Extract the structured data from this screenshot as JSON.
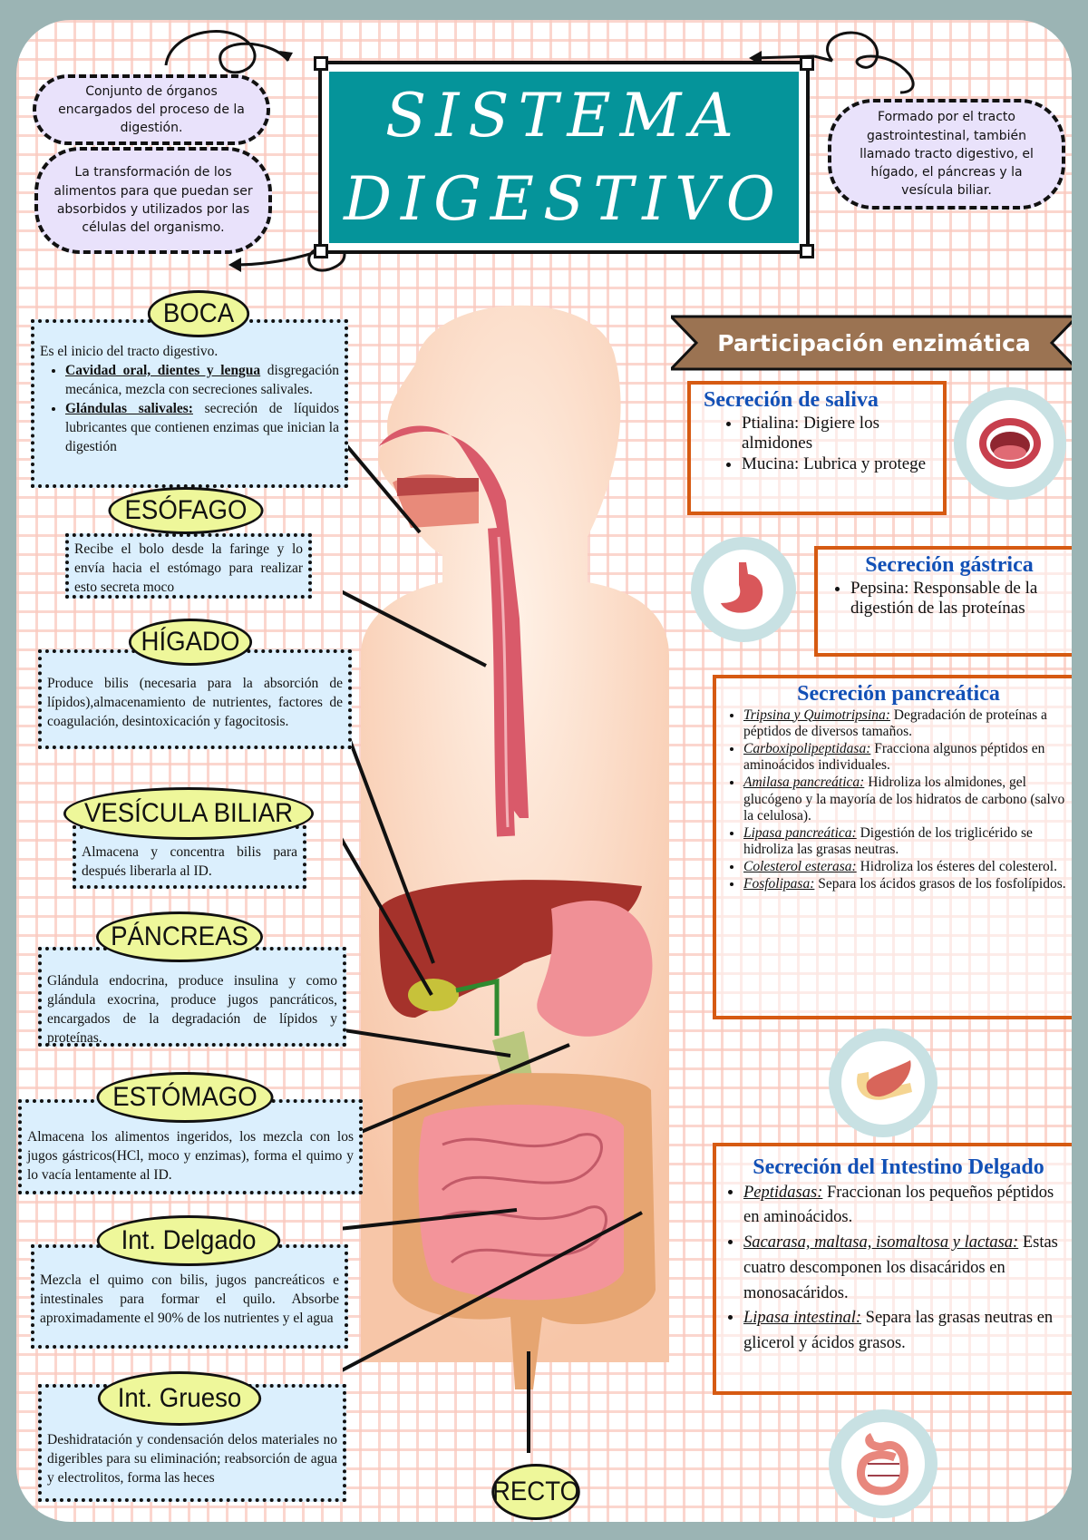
{
  "title": {
    "line1": "SISTEMA",
    "line2": "DIGESTIVO",
    "bg_color": "#05949a"
  },
  "bubbles": {
    "definition": "Conjunto de órganos encargados del proceso de la digestión.",
    "function": "La transformación de los alimentos para que puedan ser absorbidos y utilizados por las células del organismo.",
    "composition": "Formado por el tracto gastrointestinal, también llamado tracto digestivo, el hígado, el páncreas y la vesícula biliar."
  },
  "organs": {
    "boca": {
      "label": "BOCA",
      "intro": "Es el inicio del tracto digestivo.",
      "items": [
        {
          "term": "Cavidad oral, dientes y lengua",
          "text": " disgregación mecánica, mezcla con secreciones salivales."
        },
        {
          "term": "Glándulas salivales:",
          "text": " secreción de líquidos lubricantes que contienen enzimas que inician la digestión"
        }
      ]
    },
    "esofago": {
      "label": "ESÓFAGO",
      "text": "Recibe el bolo desde la faringe y lo envía hacia el estómago para realizar esto secreta moco"
    },
    "higado": {
      "label": "HÍGADO",
      "text": "Produce bilis (necesaria para la absorción de lípidos),almacenamiento de nutrientes, factores de coagulación, desintoxicación y fagocitosis."
    },
    "vesicula": {
      "label": "VESÍCULA BILIAR",
      "text": "Almacena y concentra bilis para después liberarla al ID."
    },
    "pancreas": {
      "label": "PÁNCREAS",
      "text": "Glándula endocrina, produce insulina y como glándula exocrina, produce jugos pancráticos, encargados de la degradación de lípidos y proteínas."
    },
    "estomago": {
      "label": "ESTÓMAGO",
      "text": "Almacena los alimentos ingeridos, los mezcla con los jugos gástricos(HCl, moco y enzimas), forma el quimo y lo vacía lentamente al ID."
    },
    "int_delgado": {
      "label": "Int. Delgado",
      "text": "Mezcla el quimo con bilis, jugos pancreáticos e intestinales para formar el quilo. Absorbe aproximadamente el 90% de los nutrientes y el agua"
    },
    "int_grueso": {
      "label": "Int. Grueso",
      "text": "Deshidratación y condensación delos materiales no digeribles para su eliminación; reabsorción de agua y electrolitos, forma las heces"
    },
    "recto": {
      "label": "RECTO"
    }
  },
  "enzymes": {
    "ribbon": "Participación enzimática",
    "saliva": {
      "title": "Secreción de saliva",
      "items": [
        "Ptialina: Digiere los almidones",
        "Mucina: Lubrica y protege"
      ]
    },
    "gastrica": {
      "title": "Secreción gástrica",
      "items": [
        "Pepsina: Responsable de la digestión de las proteínas"
      ]
    },
    "pancreatica": {
      "title": "Secreción pancreática",
      "items": [
        {
          "term": "Tripsina y Quimotripsina:",
          "text": " Degradación de proteínas a péptidos de diversos tamaños."
        },
        {
          "term": "Carboxipolipeptidasa:",
          "text": " Fracciona algunos péptidos en aminoácidos individuales."
        },
        {
          "term": "Amilasa pancreática:",
          "text": " Hidroliza los almidones, gel glucógeno y la mayoría de los hidratos de carbono (salvo la celulosa)."
        },
        {
          "term": "Lipasa pancreática:",
          "text": " Digestión de los triglicérido se hidroliza las grasas neutras."
        },
        {
          "term": "Colesterol esterasa:",
          "text": " Hidroliza los ésteres del colesterol."
        },
        {
          "term": "Fosfolipasa:",
          "text": " Separa los ácidos grasos de los fosfolípidos."
        }
      ]
    },
    "intestino": {
      "title": "Secreción del Intestino Delgado",
      "items": [
        {
          "term": "Peptidasas:",
          "text": " Fraccionan los pequeños péptidos en aminoácidos."
        },
        {
          "term": "Sacarasa, maltasa, isomaltosa y lactasa:",
          "text": " Estas cuatro descomponen los disacáridos en monosacáridos."
        },
        {
          "term": "Lipasa intestinal:",
          "text": " Separa las grasas neutras en glicerol y ácidos grasos."
        }
      ]
    }
  },
  "icons": [
    "mouth-icon",
    "stomach-icon",
    "pancreas-icon",
    "intestine-icon"
  ],
  "colors": {
    "header_oval": "#eef79a",
    "organ_box": "#dbeffd",
    "bubble": "#e9e2fb",
    "enzyme_border": "#d65a12",
    "enzyme_title": "#1250b6",
    "ribbon": "#9b7352"
  }
}
